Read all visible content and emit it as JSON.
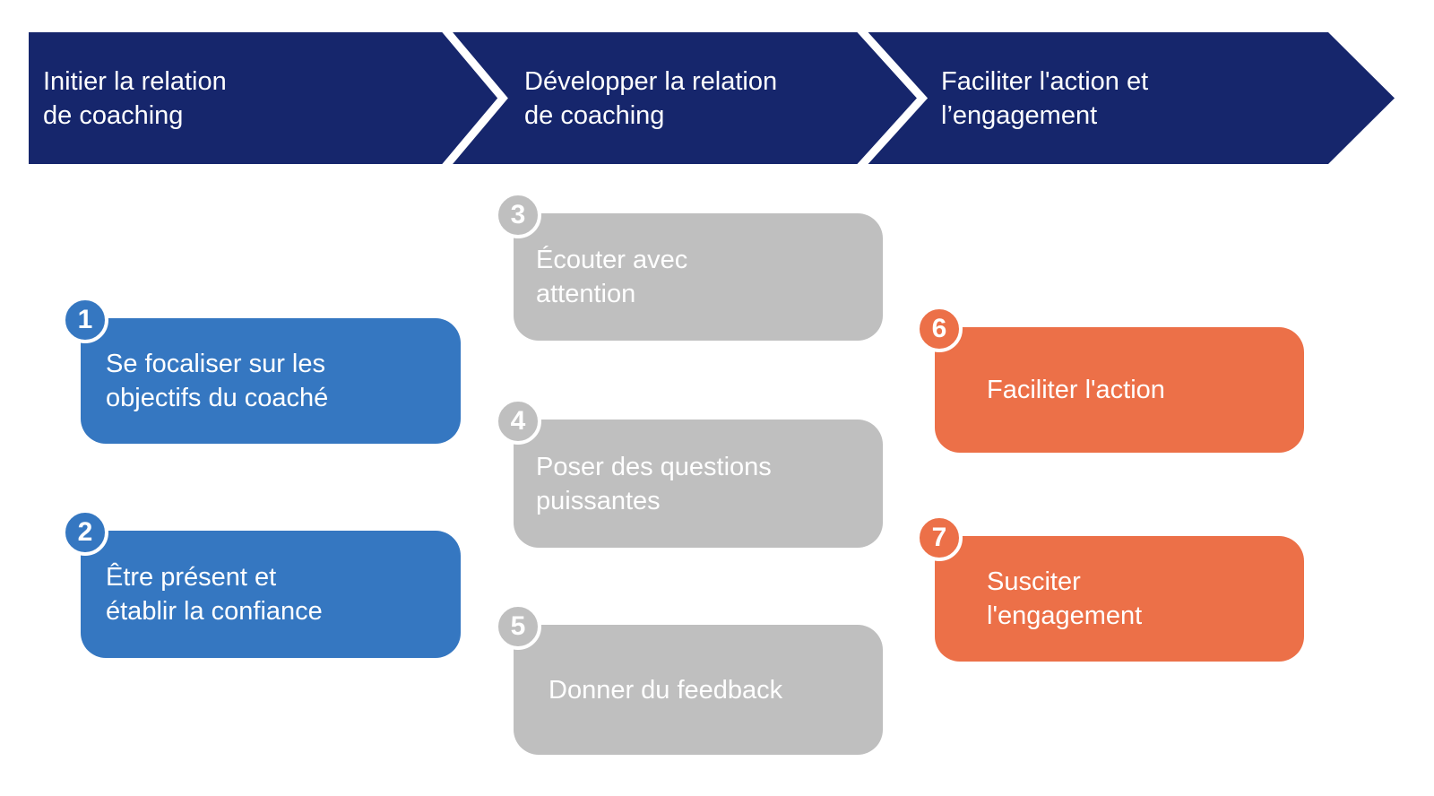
{
  "colors": {
    "banner_navy": "#16266C",
    "step_blue": "#3577C1",
    "step_gray": "#BFBFBF",
    "step_orange": "#EC7048",
    "text_white": "#FFFFFF"
  },
  "banner": {
    "phases": [
      {
        "label": "Initier la relation\nde coaching"
      },
      {
        "label": "Développer la relation\nde coaching"
      },
      {
        "label": "Faciliter l'action et\nl’engagement"
      }
    ]
  },
  "steps": [
    {
      "number": "1",
      "label": "Se focaliser sur les\nobjectifs du coaché",
      "color": "blue"
    },
    {
      "number": "2",
      "label": "Être présent et\nétablir la confiance",
      "color": "blue"
    },
    {
      "number": "3",
      "label": "Écouter avec\nattention",
      "color": "gray"
    },
    {
      "number": "4",
      "label": "Poser des questions\npuissantes",
      "color": "gray"
    },
    {
      "number": "5",
      "label": "Donner du feedback",
      "color": "gray"
    },
    {
      "number": "6",
      "label": "Faciliter l'action",
      "color": "orange"
    },
    {
      "number": "7",
      "label": "Susciter\nl'engagement",
      "color": "orange"
    }
  ]
}
